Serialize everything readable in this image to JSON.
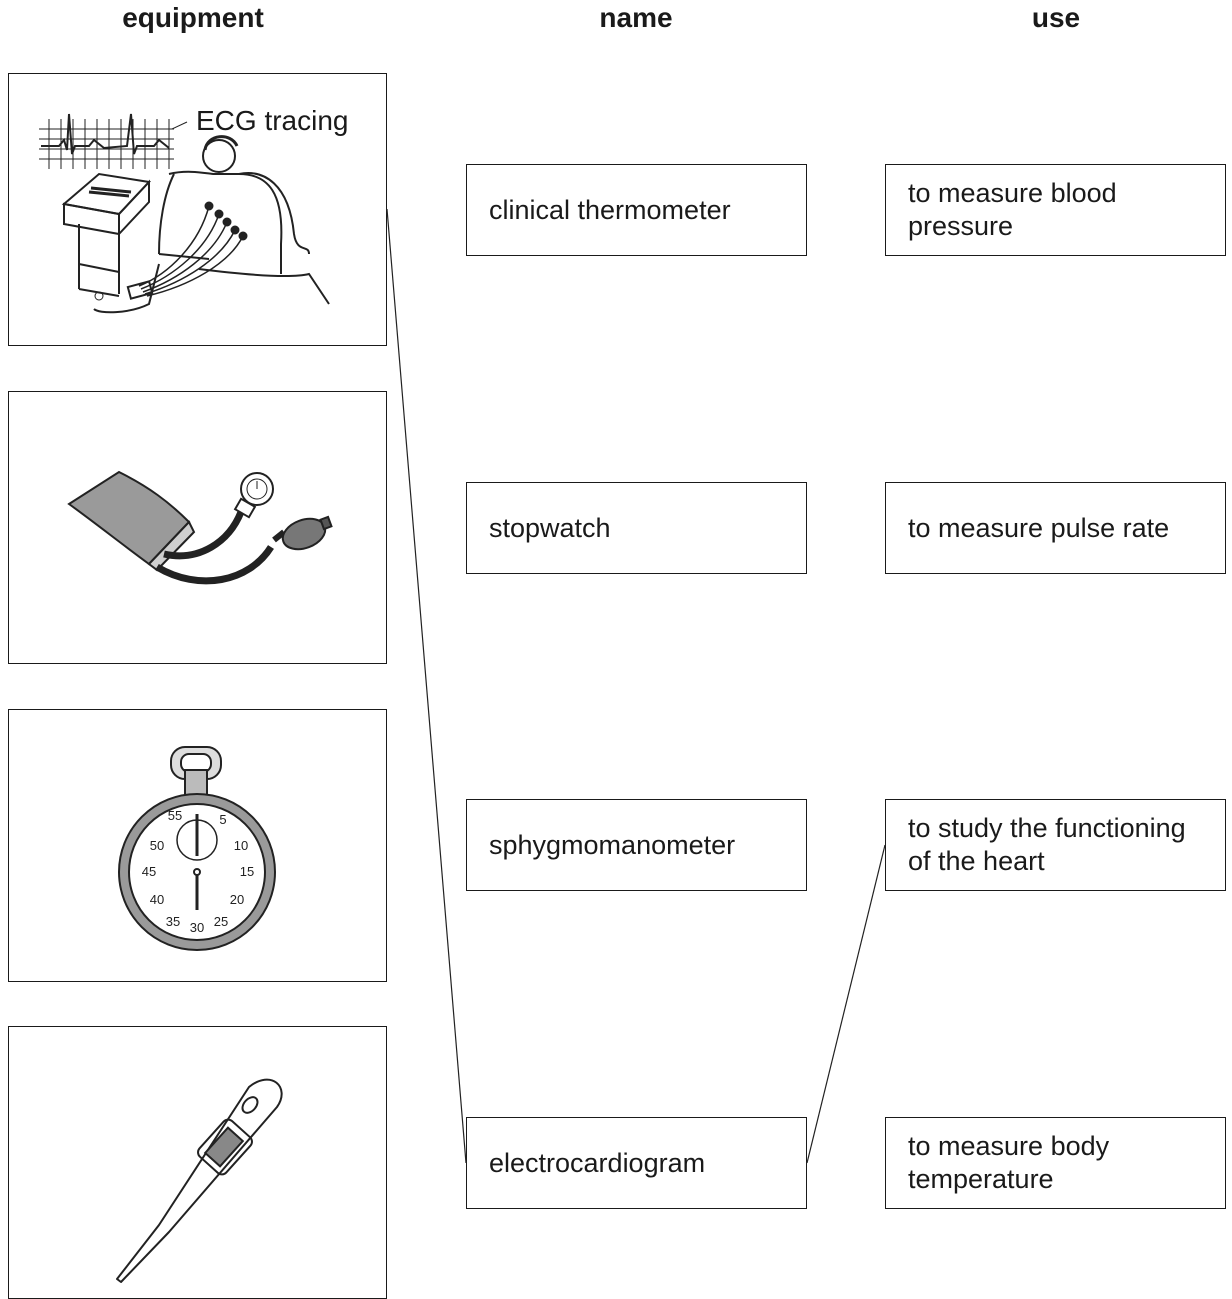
{
  "headers": {
    "equipment": "equipment",
    "name": "name",
    "use": "use"
  },
  "equipment": [
    {
      "icon": "ecg-machine-patient",
      "label": "ECG tracing"
    },
    {
      "icon": "sphygmomanometer-cuff"
    },
    {
      "icon": "stopwatch",
      "dial_numbers": [
        "55",
        "5",
        "10",
        "15",
        "20",
        "25",
        "30",
        "35",
        "40",
        "45",
        "50"
      ]
    },
    {
      "icon": "digital-thermometer"
    }
  ],
  "names": [
    "clinical thermometer",
    "stopwatch",
    "sphygmomanometer",
    "electrocardiogram"
  ],
  "uses": [
    "to measure blood pressure",
    "to measure pulse rate",
    "to study the functioning of the heart",
    "to measure body temperature"
  ],
  "connections": [
    {
      "from": "equipment-1",
      "to": "name-4"
    },
    {
      "from": "name-4",
      "to": "use-3"
    }
  ]
}
